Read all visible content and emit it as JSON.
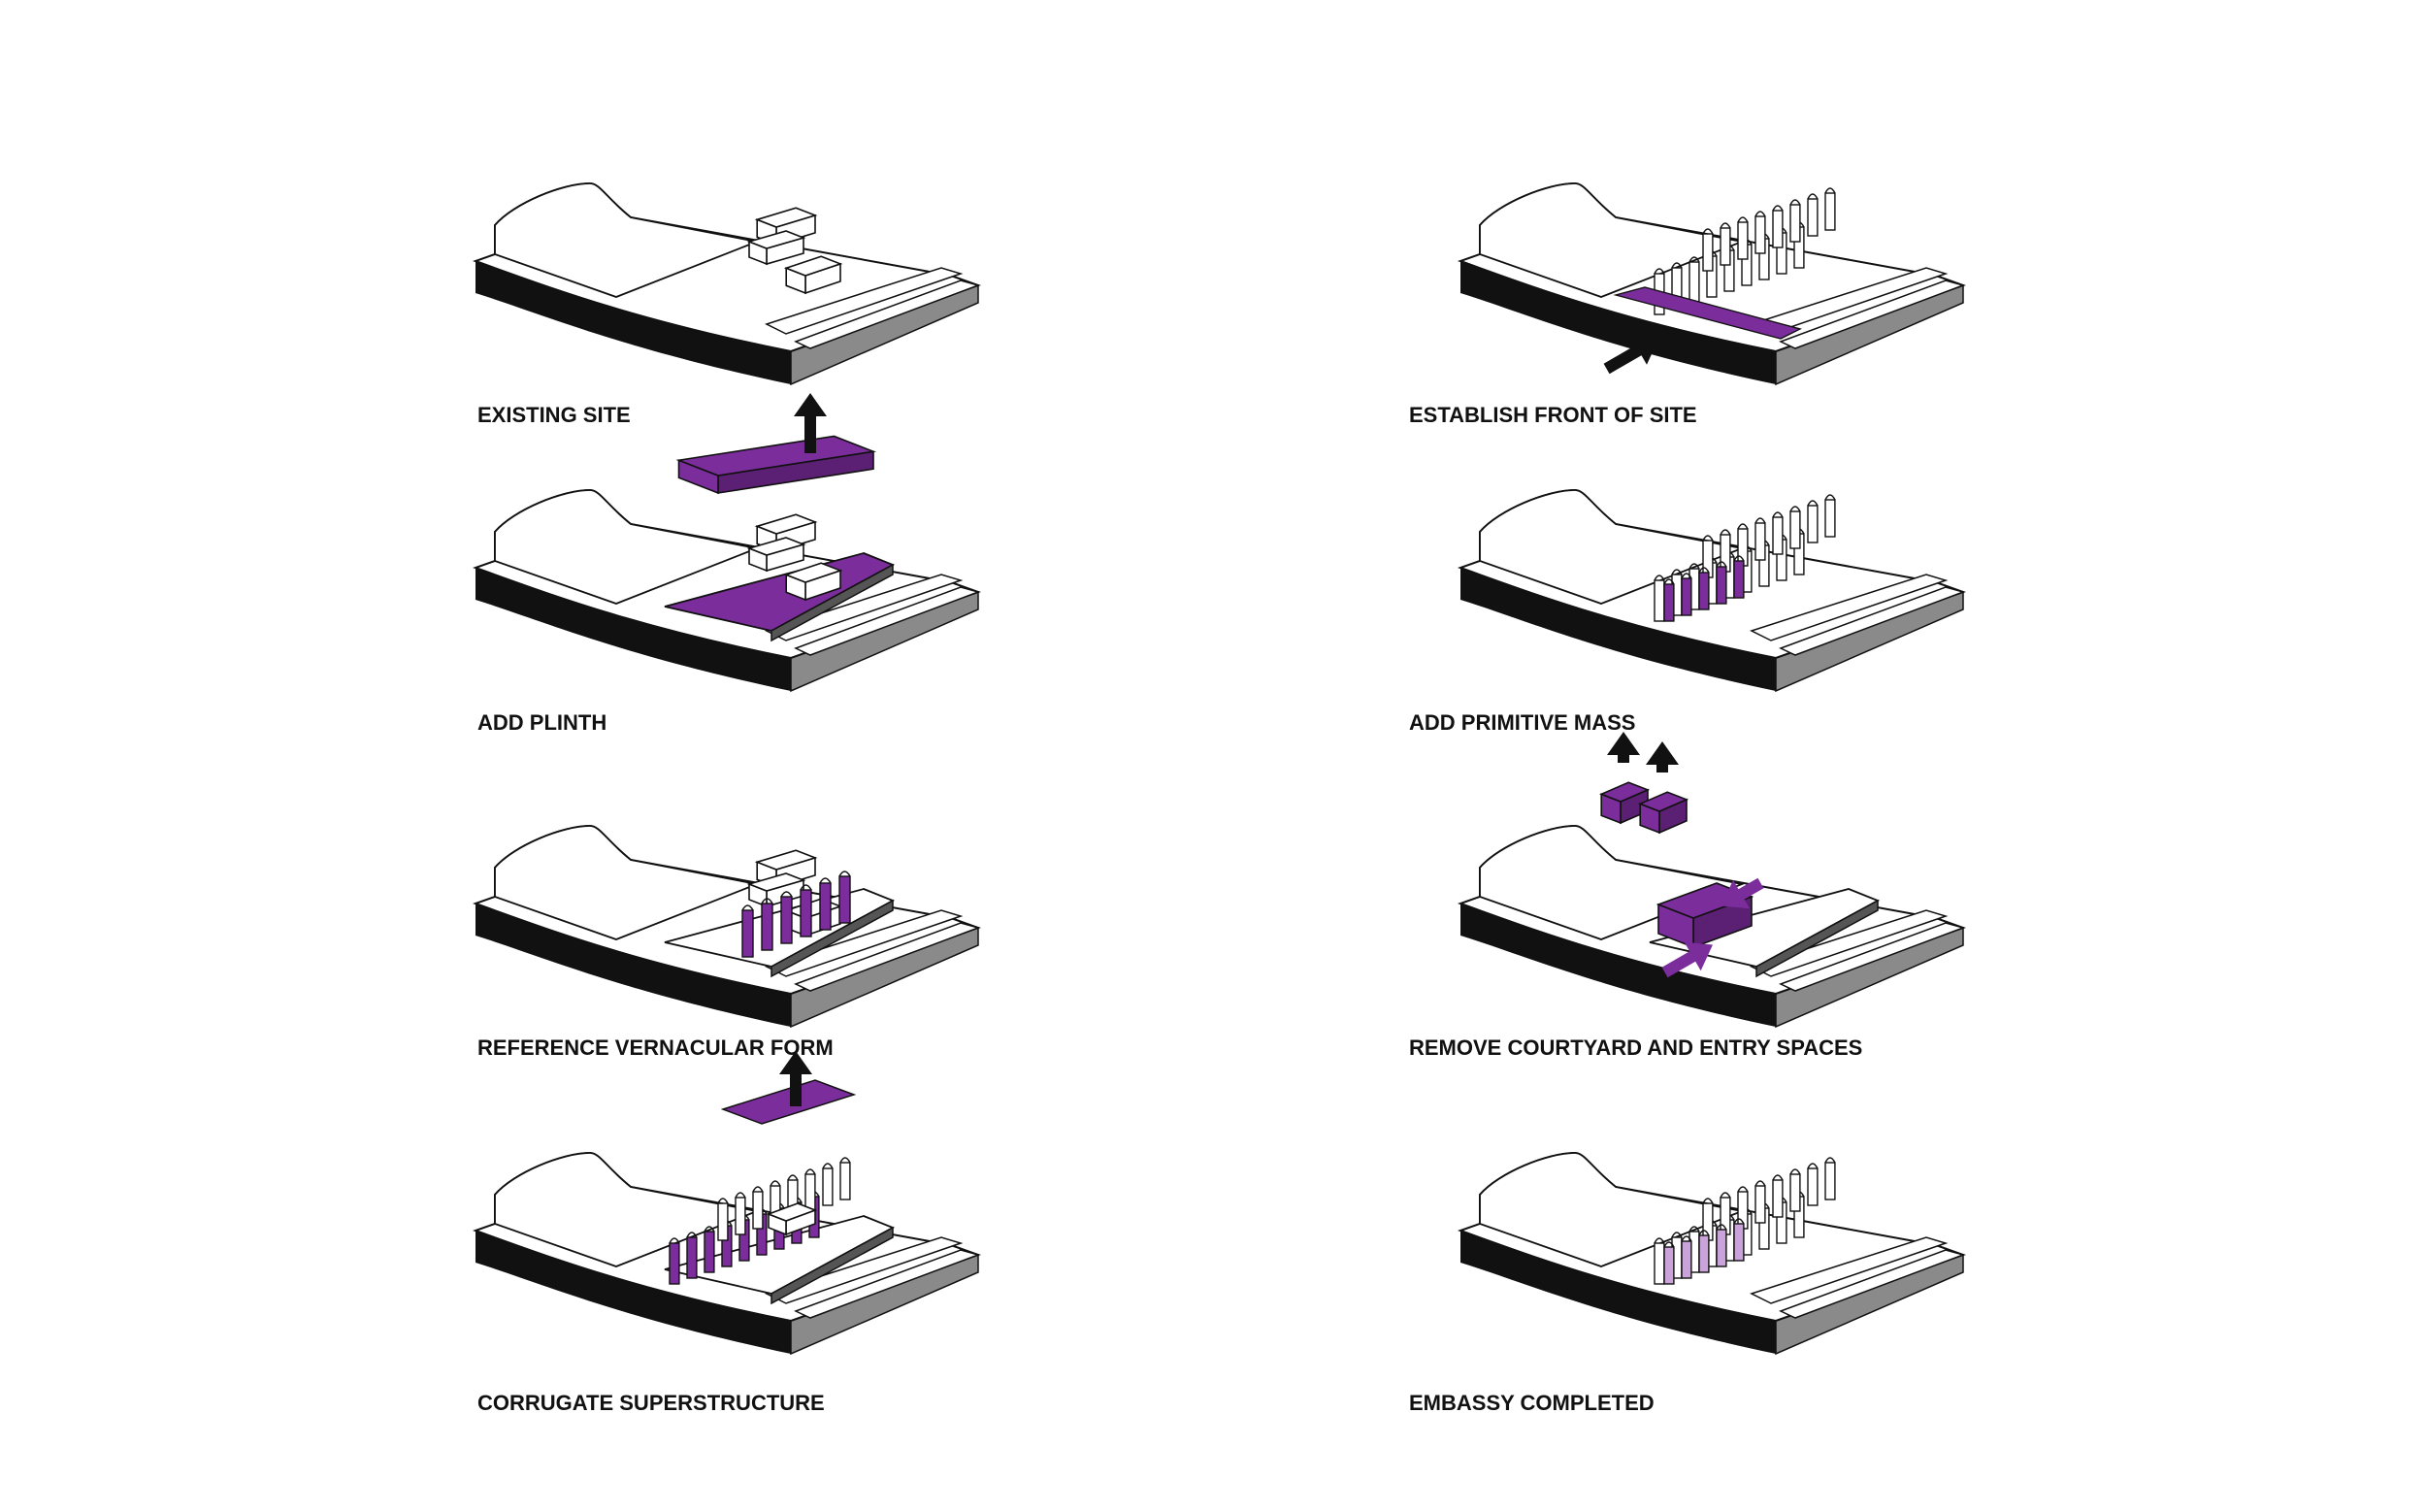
{
  "colors": {
    "accent": "#7b2d9c",
    "accent_dark": "#5b1f74",
    "ink": "#111111",
    "shadow": "#8a8a8a",
    "paper": "#ffffff"
  },
  "steps": [
    {
      "label": "EXISTING SITE"
    },
    {
      "label": "ADD PLINTH"
    },
    {
      "label": "REFERENCE VERNACULAR FORM"
    },
    {
      "label": "CORRUGATE SUPERSTRUCTURE"
    },
    {
      "label": "ESTABLISH FRONT OF SITE"
    },
    {
      "label": "ADD PRIMITIVE MASS"
    },
    {
      "label": "REMOVE COURTYARD AND ENTRY SPACES"
    },
    {
      "label": "EMBASSY COMPLETED"
    }
  ]
}
